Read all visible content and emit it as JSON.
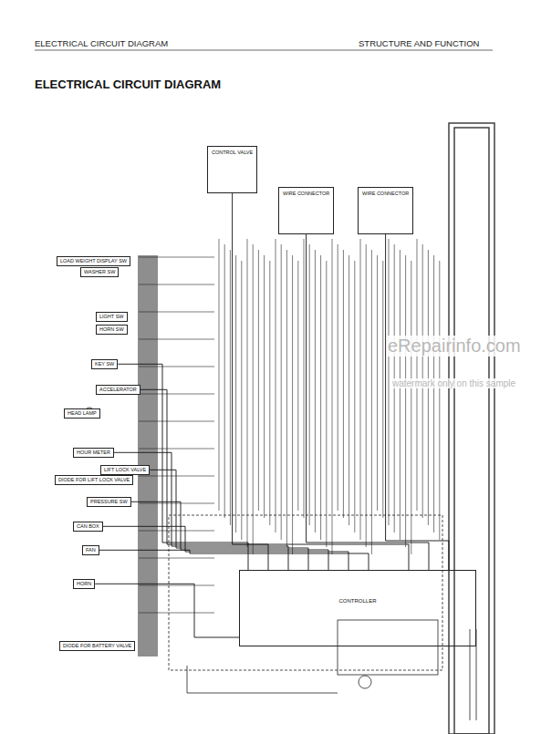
{
  "diagram": {
    "title": "ELECTRICAL CIRCUIT DIAGRAM",
    "nodes": [
      {
        "text": [
          "LOAD WEIGHT DISPLAY SW"
        ]
      },
      {
        "text": [
          "WASHER SW"
        ]
      },
      {
        "text": [
          "LIGHT SW"
        ]
      },
      {
        "text": [
          "HORN SW"
        ]
      },
      {
        "text": [
          "KEY SW"
        ]
      },
      {
        "text": [
          "ACCELERATOR"
        ]
      },
      {
        "text": [
          "HEAD LAMP"
        ]
      },
      {
        "text": [
          "HOUR METER"
        ]
      },
      {
        "text": [
          "LIFT LOCK VALVE"
        ]
      },
      {
        "text": [
          "DIODE FOR LIFT LOCK VALVE"
        ]
      },
      {
        "text": [
          "PRESSURE SW"
        ]
      },
      {
        "text": [
          "CAN BOX"
        ]
      },
      {
        "text": [
          "FAN"
        ]
      },
      {
        "text": [
          "HORN"
        ]
      },
      {
        "text": [
          "DIODE FOR BATTERY VALVE"
        ]
      },
      {
        "text": [
          "CONTROL VALVE"
        ]
      },
      {
        "text": [
          "WIRE CONNECTOR"
        ]
      },
      {
        "text": [
          "WIRE CONNECTOR"
        ]
      },
      {
        "text": [
          "CONTROLLER"
        ]
      }
    ],
    "edges": [
      {
        "from": 4,
        "to": 18,
        "arrow": "none"
      },
      {
        "from": 5,
        "to": 18,
        "arrow": "none"
      },
      {
        "from": 7,
        "to": 18,
        "arrow": "none"
      },
      {
        "from": 8,
        "to": 18,
        "arrow": "none"
      },
      {
        "from": 10,
        "to": 18,
        "arrow": "none"
      },
      {
        "from": 11,
        "to": 18,
        "arrow": "none"
      },
      {
        "from": 12,
        "to": 18,
        "arrow": "none"
      },
      {
        "from": 13,
        "to": 18,
        "arrow": "none"
      },
      {
        "from": 15,
        "to": 18,
        "arrow": "none"
      },
      {
        "from": 16,
        "to": 18,
        "arrow": "none"
      },
      {
        "from": 17,
        "to": 18,
        "arrow": "none"
      }
    ],
    "labels": [
      "ELECTRICAL CIRCUIT DIAGRAM",
      "STRUCTURE AND FUNCTION",
      "eRepairinfo.com",
      "watermark only on this sample"
    ]
  }
}
